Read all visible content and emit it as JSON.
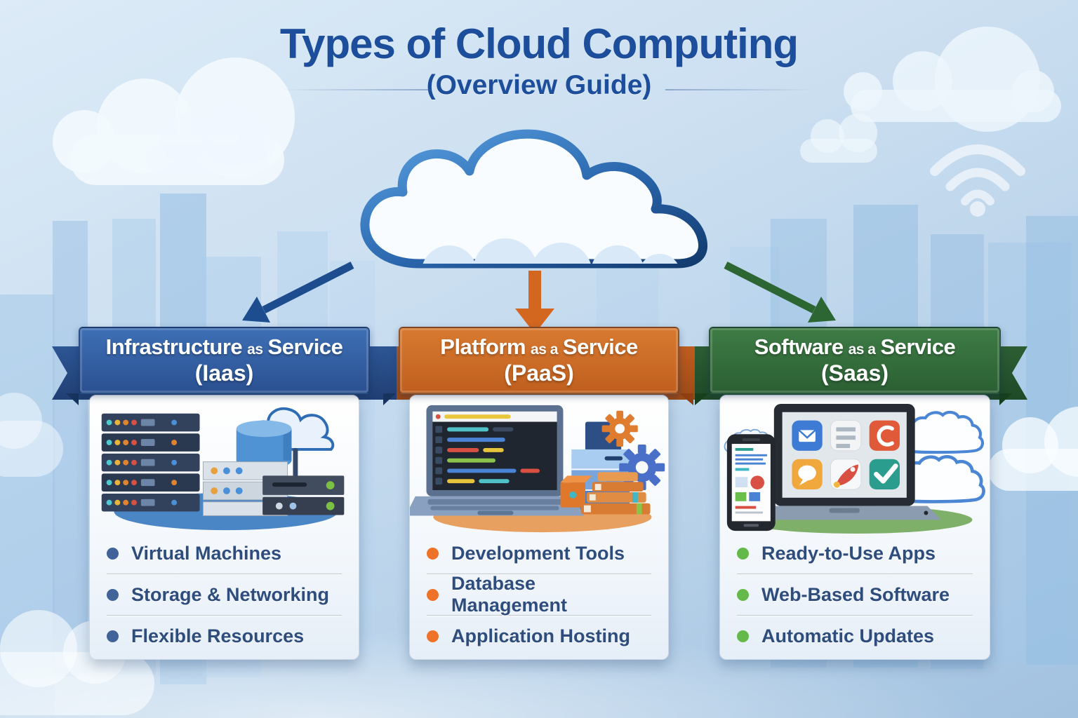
{
  "header": {
    "title": "Types of Cloud Computing",
    "subtitle": "(Overview Guide)"
  },
  "colors": {
    "title_text": "#1c4e9b",
    "bullet_text": "#2e4d7d",
    "arrow_blue": "#1d4c8f",
    "arrow_orange": "#d4671f",
    "arrow_green": "#2c6633",
    "cloud_outline": "#2a66ad"
  },
  "icons": {
    "cloud": "cloud-icon",
    "wifi": "wifi-icon"
  },
  "columns": [
    {
      "key": "iaas",
      "title_parts": {
        "main1": "Infrastructure",
        "small": "as",
        "main2": "Service"
      },
      "abbr": "(Iaas)",
      "accent": "#2e5a9e",
      "accent_dark": "#213f74",
      "bullet_color": "#41639a",
      "illustration": "server-rack-illustration",
      "items": [
        "Virtual Machines",
        "Storage & Networking",
        "Flexible Resources"
      ]
    },
    {
      "key": "paas",
      "title_parts": {
        "main1": "Platform",
        "small": "as a",
        "main2": "Service"
      },
      "abbr": "(PaaS)",
      "accent": "#cb6524",
      "accent_dark": "#9c4a16",
      "bullet_color": "#ee7227",
      "illustration": "laptop-code-illustration",
      "items": [
        "Development Tools",
        "Database Management",
        "Application Hosting"
      ]
    },
    {
      "key": "saas",
      "title_parts": {
        "main1": "Software",
        "small": "as a",
        "main2": "Service"
      },
      "abbr": "(Saas)",
      "accent": "#2f6b35",
      "accent_dark": "#1f4a26",
      "bullet_color": "#64b94a",
      "illustration": "apps-devices-illustration",
      "items": [
        "Ready-to-Use Apps",
        "Web-Based Software",
        "Automatic Updates"
      ]
    }
  ]
}
